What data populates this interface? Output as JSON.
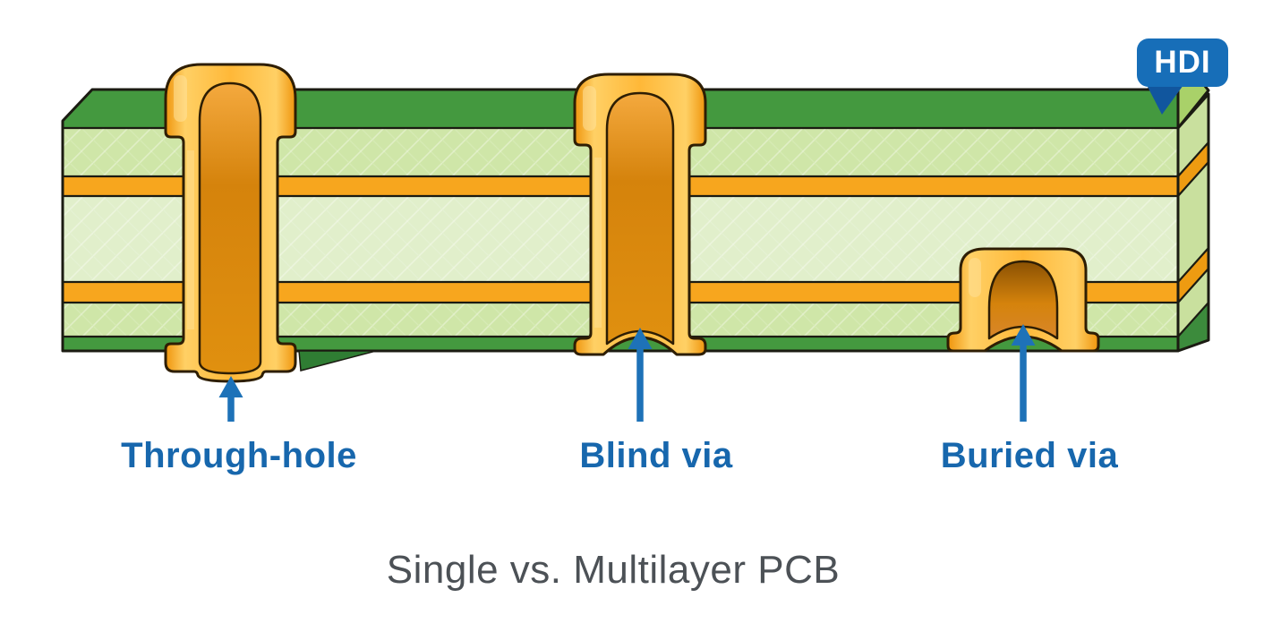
{
  "title": "Single vs. Multilayer PCB",
  "badge": {
    "text": "HDI"
  },
  "annotations": [
    {
      "label": "Through-hole"
    },
    {
      "label": "Blind via"
    },
    {
      "label": "Buried via"
    }
  ],
  "colors": {
    "background": "#ffffff",
    "board_green_dark": "#44993f",
    "board_green_side": "#3c8b3c",
    "board_top_face": "#a9d169",
    "substrate_light": "#cfe6a8",
    "substrate_lighter": "#e1efcb",
    "substrate_side": "#c9e09e",
    "copper_band": "#f7a61e",
    "copper_side": "#ee9b11",
    "via_copper_dark": "#ef950d",
    "via_copper_mid": "#ffb838",
    "via_copper_light": "#ffd065",
    "via_highlight": "#ffe29b",
    "via_outline": "#2e1e04",
    "board_outline": "#1b1b12",
    "bore_top": "#f4a93e",
    "bore_mid": "#d5830c",
    "bore_low": "#e0900f",
    "bore_opening": "#8a5103",
    "bore_bright": "#d8862a",
    "wedge_green": "#2f7d33",
    "arrow_blue": "#1e72b8",
    "label_blue": "#1767ad",
    "title_gray": "#4c5156",
    "badge_blue": "#176eb8",
    "badge_tail": "#11569e"
  }
}
